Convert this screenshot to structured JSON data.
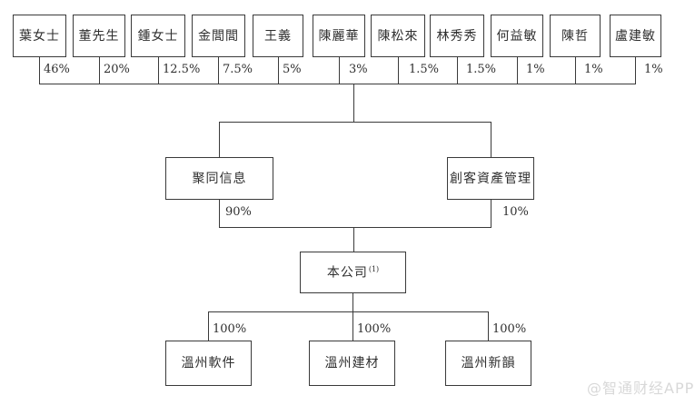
{
  "diagram": {
    "title_implicit": "shareholding-structure",
    "shareholders": [
      {
        "name": "葉女士",
        "pct": "46%"
      },
      {
        "name": "董先生",
        "pct": "20%"
      },
      {
        "name": "鍾女士",
        "pct": "12.5%"
      },
      {
        "name": "金閭閭",
        "pct": "7.5%"
      },
      {
        "name": "王義",
        "pct": "5%"
      },
      {
        "name": "陳麗華",
        "pct": "3%"
      },
      {
        "name": "陳松來",
        "pct": "1.5%"
      },
      {
        "name": "林秀秀",
        "pct": "1.5%"
      },
      {
        "name": "何益敏",
        "pct": "1%"
      },
      {
        "name": "陳哲",
        "pct": "1%"
      },
      {
        "name": "盧建敏",
        "pct": "1%"
      }
    ],
    "holdcos": [
      {
        "name": "聚同信息",
        "pct": "90%"
      },
      {
        "name": "創客資產管理",
        "pct": "10%"
      }
    ],
    "company": {
      "name": "本公司",
      "note": "(1)"
    },
    "subsidiaries": [
      {
        "name": "溫州軟件",
        "pct": "100%"
      },
      {
        "name": "溫州建材",
        "pct": "100%"
      },
      {
        "name": "溫州新韻",
        "pct": "100%"
      }
    ],
    "watermark": "@智通财经APP",
    "colors": {
      "line": "#3a3a3a",
      "text": "#2f2f2f",
      "watermark": "#d8d8d8",
      "background": "#ffffff"
    }
  }
}
